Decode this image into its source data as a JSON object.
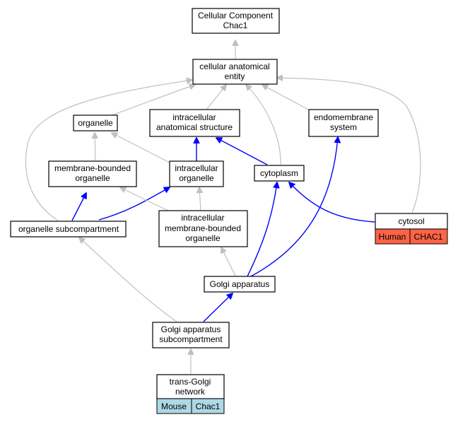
{
  "nodes": {
    "root": [
      "Cellular Component",
      "Chac1"
    ],
    "cae": [
      "cellular anatomical",
      "entity"
    ],
    "organelle": [
      "organelle"
    ],
    "ias": [
      "intracellular",
      "anatomical structure"
    ],
    "endo": [
      "endomembrane",
      "system"
    ],
    "mbo": [
      "membrane-bounded",
      "organelle"
    ],
    "io": [
      "intracellular",
      "organelle"
    ],
    "cytoplasm": [
      "cytoplasm"
    ],
    "cytosol": [
      "cytosol"
    ],
    "osc": [
      "organelle subcompartment"
    ],
    "imbo": [
      "intracellular",
      "membrane-bounded",
      "organelle"
    ],
    "golgi": [
      "Golgi apparatus"
    ],
    "gas": [
      "Golgi apparatus",
      "subcompartment"
    ],
    "tgn": [
      "trans-Golgi",
      "network"
    ]
  },
  "annotations": {
    "cytosol": [
      {
        "label": "Human",
        "color": "#ff6347"
      },
      {
        "label": "CHAC1",
        "color": "#ff6347"
      }
    ],
    "tgn": [
      {
        "label": "Mouse",
        "color": "#add8e6"
      },
      {
        "label": "Chac1",
        "color": "#add8e6"
      }
    ]
  },
  "edges": [
    {
      "from": "cae",
      "to": "root",
      "type": "is_a"
    },
    {
      "from": "organelle",
      "to": "cae",
      "type": "is_a"
    },
    {
      "from": "ias",
      "to": "cae",
      "type": "is_a"
    },
    {
      "from": "endo",
      "to": "cae",
      "type": "is_a"
    },
    {
      "from": "cytoplasm",
      "to": "cae",
      "type": "is_a"
    },
    {
      "from": "osc",
      "to": "cae",
      "type": "is_a"
    },
    {
      "from": "cytosol",
      "to": "cae",
      "type": "is_a"
    },
    {
      "from": "mbo",
      "to": "organelle",
      "type": "is_a"
    },
    {
      "from": "io",
      "to": "organelle",
      "type": "is_a"
    },
    {
      "from": "io",
      "to": "ias",
      "type": "part_of"
    },
    {
      "from": "cytoplasm",
      "to": "ias",
      "type": "part_of"
    },
    {
      "from": "osc",
      "to": "mbo",
      "type": "part_of"
    },
    {
      "from": "osc",
      "to": "io",
      "type": "part_of"
    },
    {
      "from": "imbo",
      "to": "mbo",
      "type": "is_a"
    },
    {
      "from": "imbo",
      "to": "io",
      "type": "is_a"
    },
    {
      "from": "cytosol",
      "to": "cytoplasm",
      "type": "part_of"
    },
    {
      "from": "golgi",
      "to": "imbo",
      "type": "is_a"
    },
    {
      "from": "golgi",
      "to": "cytoplasm",
      "type": "part_of"
    },
    {
      "from": "golgi",
      "to": "endo",
      "type": "part_of"
    },
    {
      "from": "gas",
      "to": "osc",
      "type": "is_a"
    },
    {
      "from": "gas",
      "to": "golgi",
      "type": "part_of"
    },
    {
      "from": "tgn",
      "to": "gas",
      "type": "is_a"
    }
  ],
  "colors": {
    "is_a": "#c0c0c0",
    "part_of": "#0000ff",
    "human_annotation": "#ff6347",
    "mouse_annotation": "#add8e6"
  }
}
